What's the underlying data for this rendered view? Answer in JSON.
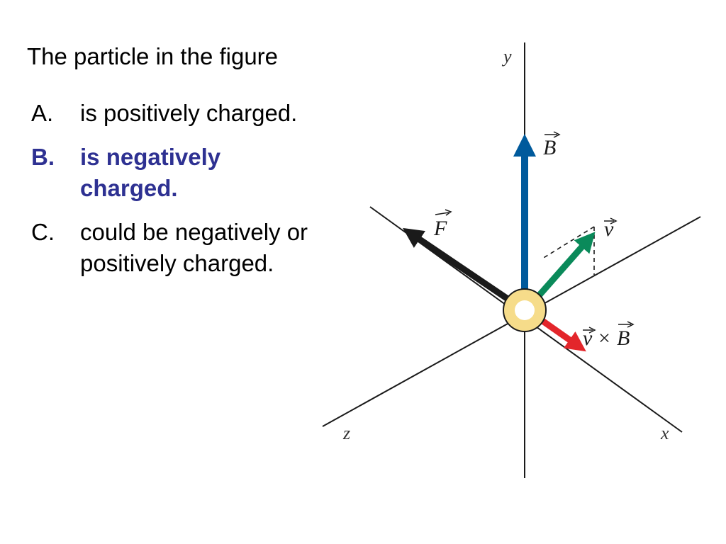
{
  "title": "The particle in the figure",
  "options": [
    {
      "letter": "A.",
      "text": "is positively charged.",
      "correct": false
    },
    {
      "letter": "B.",
      "text": "is negatively charged.",
      "correct": true
    },
    {
      "letter": "C.",
      "text": "could be negatively or positively charged.",
      "correct": false
    }
  ],
  "figure": {
    "axis_labels": {
      "x": "x",
      "y": "y",
      "z": "z"
    },
    "vectors": {
      "B": {
        "label": "B",
        "color": "#005a9c"
      },
      "F": {
        "label": "F",
        "color": "#1a1a1a"
      },
      "v": {
        "label": "v",
        "color": "#0a8a5a"
      },
      "vxB": {
        "label_v": "v",
        "label_op": "×",
        "label_B": "B",
        "color": "#e3262b"
      }
    },
    "particle_color": "#f6dc8a"
  }
}
